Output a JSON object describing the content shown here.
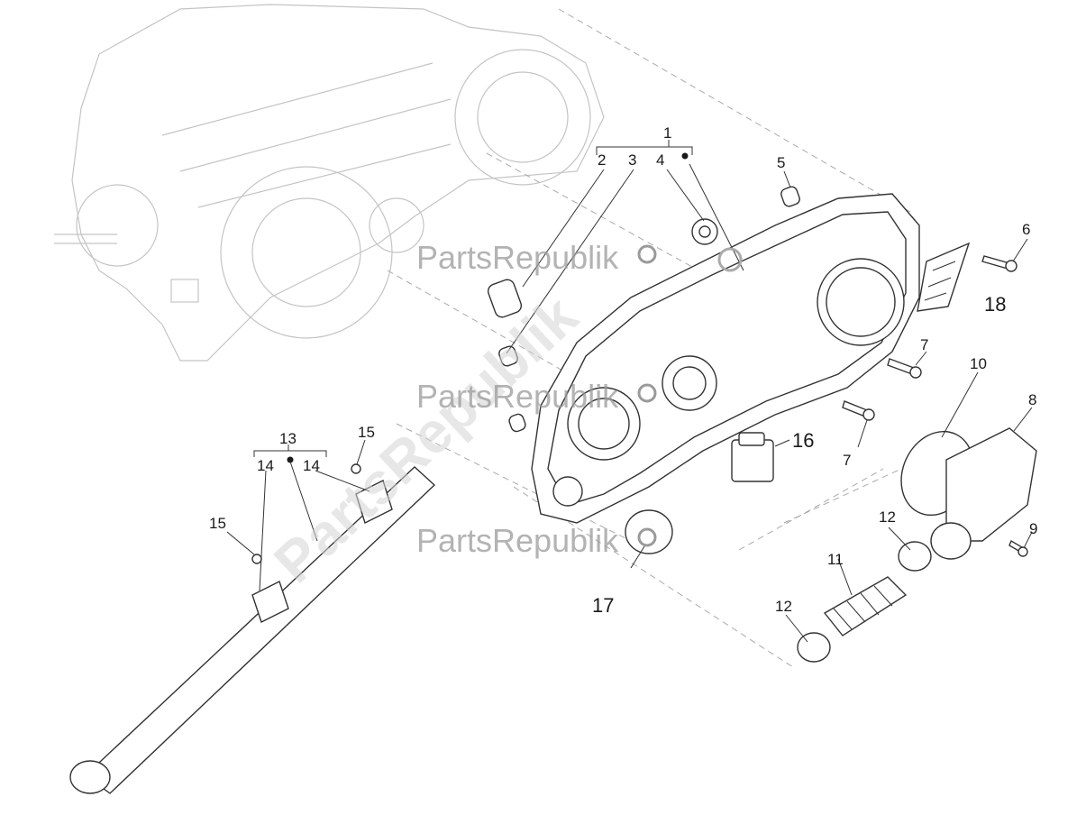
{
  "callouts": {
    "c1": "1",
    "c2": "2",
    "c3": "3",
    "c4": "4",
    "c5": "5",
    "c6": "6",
    "c7a": "7",
    "c7b": "7",
    "c8": "8",
    "c9": "9",
    "c10": "10",
    "c11": "11",
    "c12a": "12",
    "c12b": "12",
    "c13": "13",
    "c14a": "14",
    "c14b": "14",
    "c15a": "15",
    "c15b": "15",
    "c16": "16",
    "c17": "17",
    "c18": "18"
  },
  "watermark": {
    "text": "PartsRepublik"
  },
  "colors": {
    "line": "#333333",
    "ghost": "#c4c4c4",
    "watermark": "#9a9a9a"
  }
}
